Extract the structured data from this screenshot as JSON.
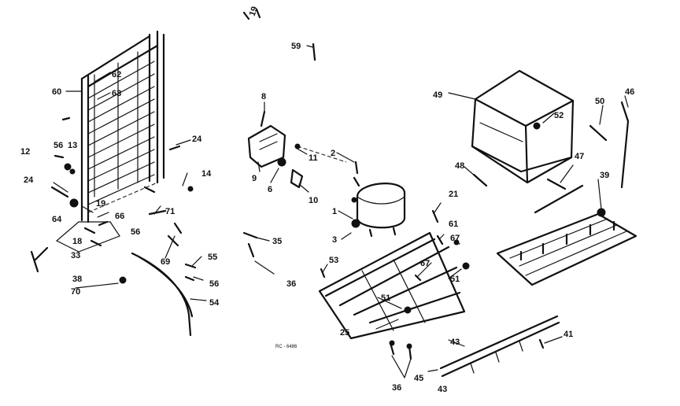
{
  "labels": {
    "top": "19",
    "n59": "59",
    "n60": "60",
    "n62": "62",
    "n63": "63",
    "n12": "12",
    "n56a": "56",
    "n13": "13",
    "n24a": "24",
    "n24b": "24",
    "n14": "14",
    "n64": "64",
    "n19": "19",
    "n66": "66",
    "n71": "71",
    "n18": "18",
    "n33": "33",
    "n38": "38",
    "n70": "70",
    "n56b": "56",
    "n69": "69",
    "n55": "55",
    "n56c": "56",
    "n54": "54",
    "n8": "8",
    "n9": "9",
    "n6": "6",
    "n10": "10",
    "n11": "11",
    "n2": "2",
    "n1": "1",
    "n3": "3",
    "n35": "35",
    "n36a": "36",
    "n53": "53",
    "n21": "21",
    "n61": "61",
    "n67a": "67",
    "n67b": "67",
    "n51a": "51",
    "n51b": "51",
    "n25": "25",
    "n36b": "36",
    "n45a": "45",
    "n43a": "43",
    "n43b": "43",
    "n41": "41",
    "n49": "49",
    "n52": "52",
    "n50": "50",
    "n46": "46",
    "n48": "48",
    "n47": "47",
    "n39": "39",
    "code": "RC - 6486"
  }
}
